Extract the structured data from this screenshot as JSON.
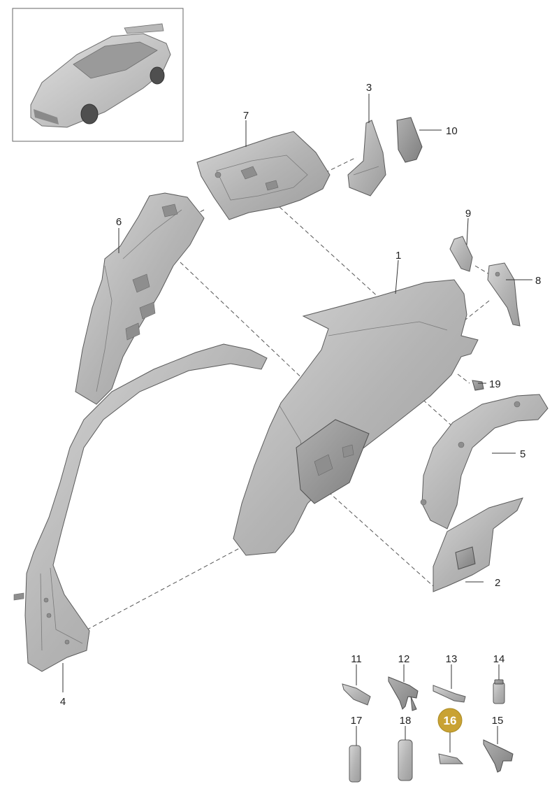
{
  "diagram": {
    "part_labels": {
      "p1": "1",
      "p2": "2",
      "p3": "3",
      "p4": "4",
      "p5": "5",
      "p6": "6",
      "p7": "7",
      "p8": "8",
      "p9": "9",
      "p10": "10",
      "p11": "11",
      "p12": "12",
      "p13": "13",
      "p14": "14",
      "p15": "15",
      "p16": "16",
      "p17": "17",
      "p18": "18",
      "p19": "19"
    },
    "highlighted_part": "16",
    "colors": {
      "highlight": "#c9a233",
      "part_fill": "#bdbdbd",
      "part_stroke": "#5a5a5a",
      "leader_line": "#333333"
    }
  }
}
